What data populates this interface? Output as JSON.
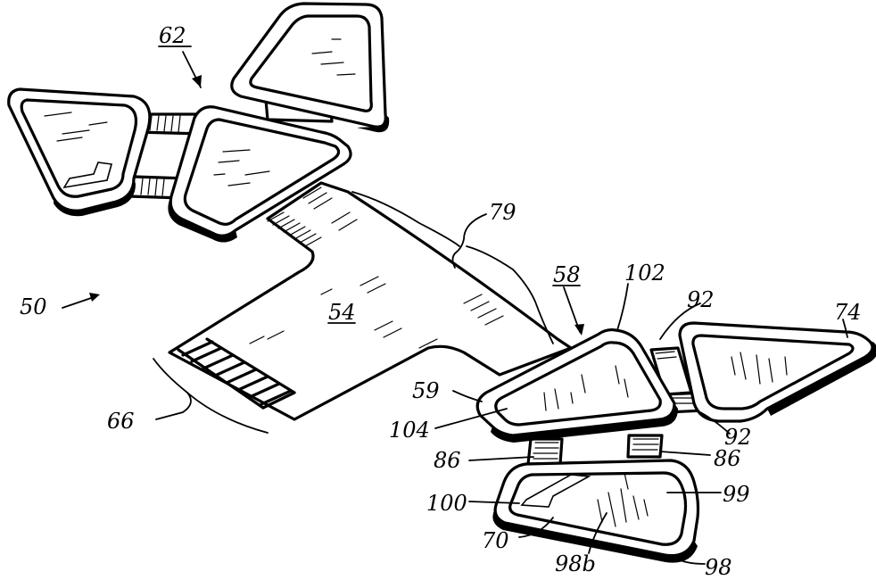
{
  "figure": {
    "labels": {
      "l50": "50",
      "l62": "62",
      "l79": "79",
      "l58": "58",
      "l102": "102",
      "l92a": "92",
      "l74": "74",
      "l54": "54",
      "l59": "59",
      "l104": "104",
      "l66": "66",
      "l92b": "92",
      "l86a": "86",
      "l86b": "86",
      "l100": "100",
      "l99": "99",
      "l70": "70",
      "l98b": "98b",
      "l98": "98"
    }
  }
}
